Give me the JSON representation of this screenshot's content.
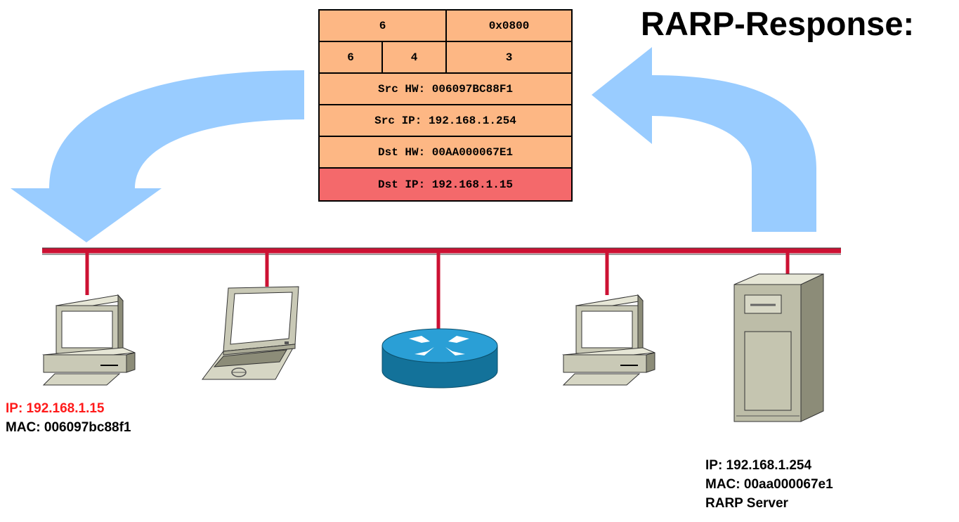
{
  "title": "RARP-Response:",
  "packet": {
    "row1": [
      "6",
      "0x0800"
    ],
    "row2": [
      "6",
      "4",
      "3"
    ],
    "src_hw": "Src HW: 006097BC88F1",
    "src_ip": "Src IP: 192.168.1.254",
    "dst_hw": "Dst HW: 00AA000067E1",
    "dst_ip": "Dst IP: 192.168.1.15"
  },
  "client": {
    "ip": "IP: 192.168.1.15",
    "mac": "MAC: 006097bc88f1"
  },
  "server": {
    "ip": "IP: 192.168.1.254",
    "mac": "MAC: 00aa000067e1",
    "role": "RARP Server"
  },
  "colors": {
    "arrow": "#99ccff",
    "bus": "#cc1133",
    "packet_cell": "#fdb784",
    "packet_highlight": "#f4696b",
    "client_ip_text": "#ff1a1a",
    "router": "#1a8fc0"
  },
  "icons": [
    "desktop-pc-icon",
    "laptop-icon",
    "router-icon",
    "desktop-pc-icon",
    "server-tower-icon",
    "curved-arrow-left-icon",
    "curved-arrow-right-icon"
  ]
}
